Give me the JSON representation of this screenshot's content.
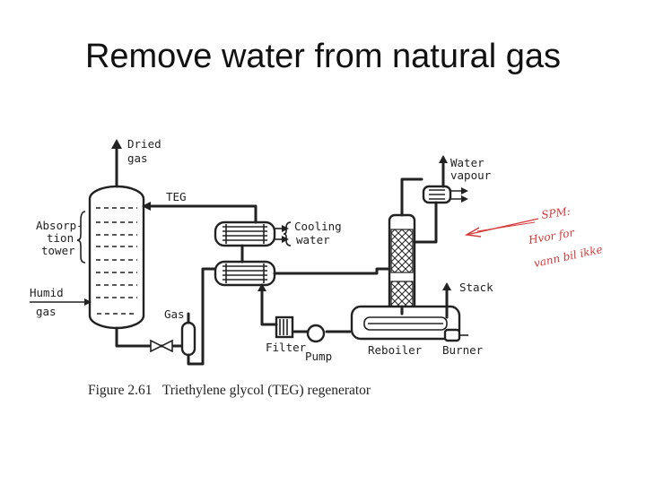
{
  "slide": {
    "title": "Remove water from natural gas"
  },
  "diagram": {
    "labels": {
      "dried_gas_1": "Dried",
      "dried_gas_2": "gas",
      "teg": "TEG",
      "absorption_1": "Absorp-",
      "absorption_2": "tion",
      "absorption_3": "tower",
      "humid_gas_1": "Humid",
      "humid_gas_2": "gas",
      "cooling_water_1": "Cooling",
      "cooling_water_2": "water",
      "gas": "Gas",
      "filter": "Filter",
      "pump": "Pump",
      "reboiler": "Reboiler",
      "burner": "Burner",
      "stack": "Stack",
      "water_vapour_1": "Water",
      "water_vapour_2": "vapour"
    },
    "caption": "Figure 2.61   Triethylene glycol (TEG) regenerator"
  },
  "annotation": {
    "line1": "SPM:",
    "line2": "Hvor for",
    "line3": "vann bil ikke",
    "color": "#d53a3a"
  }
}
